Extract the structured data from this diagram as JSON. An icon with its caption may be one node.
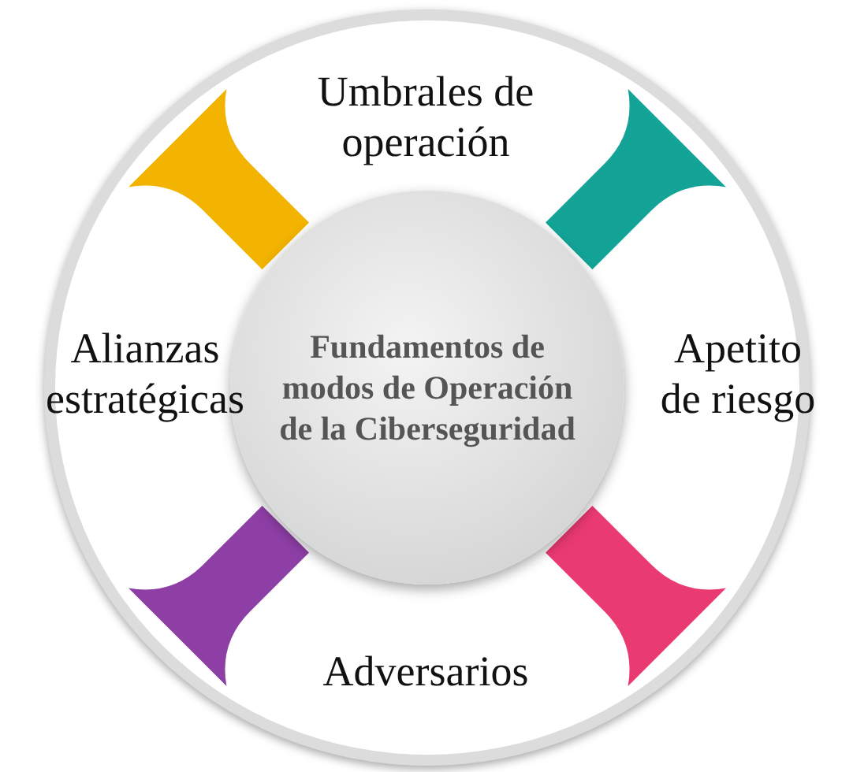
{
  "diagram": {
    "nodes": [
      {
        "text": [],
        "shape": "circle"
      },
      {
        "text": [
          "Fundamentos de modos de Operación de la Ciberseguridad"
        ],
        "in": 0
      },
      {
        "text": [],
        "shape": "bar",
        "in": 0
      },
      {
        "text": [],
        "shape": "bar",
        "in": 0
      },
      {
        "text": [],
        "shape": "bar",
        "in": 0
      },
      {
        "text": [],
        "shape": "bar",
        "in": 0
      }
    ],
    "labels": [
      "Umbrales de operación",
      "Alianzas estratégicas",
      "Apetito de riesgo",
      "Adversarios"
    ]
  }
}
